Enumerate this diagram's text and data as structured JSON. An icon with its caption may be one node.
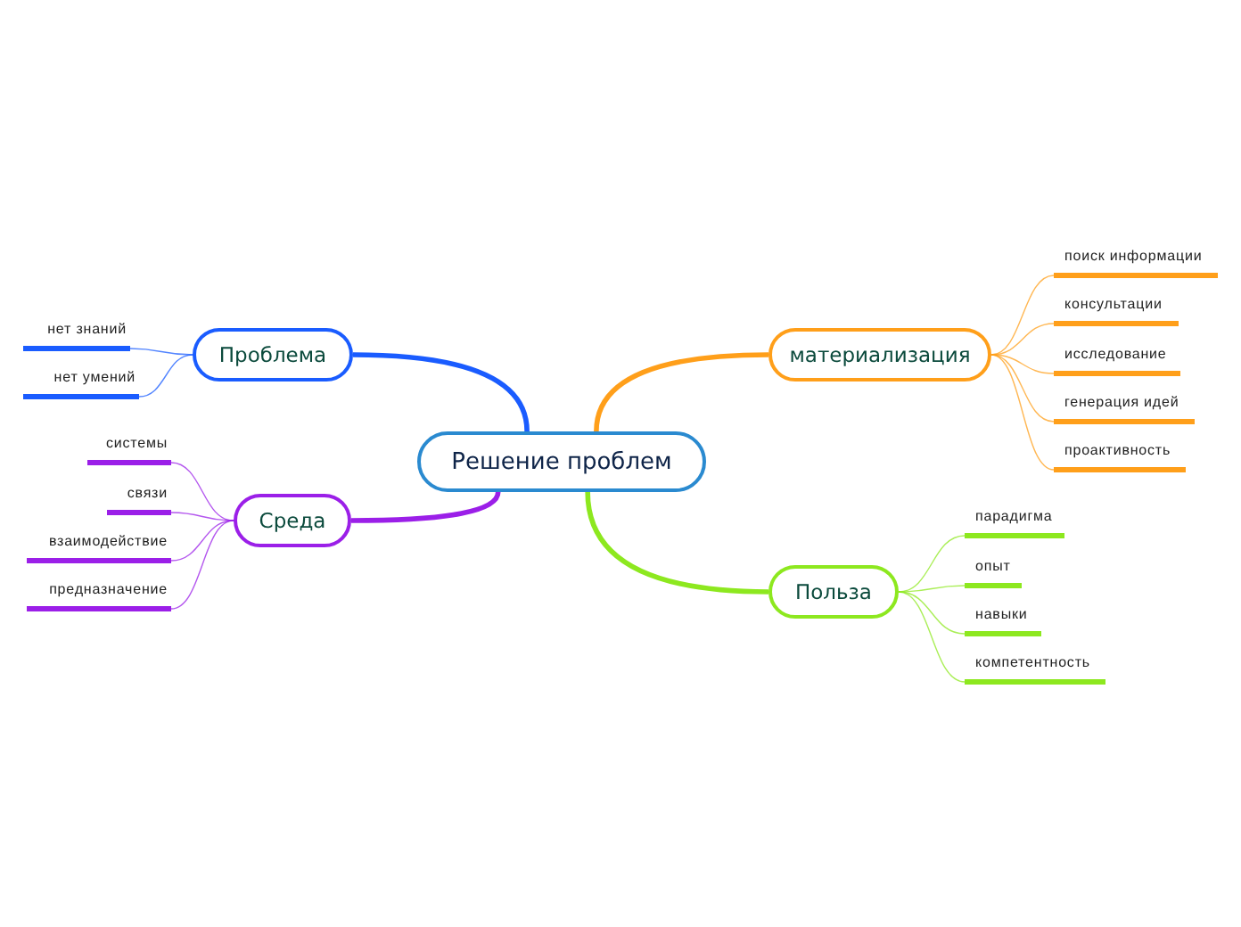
{
  "diagram": {
    "nodes": [
      {
        "text": [
          "Решение проблем"
        ]
      },
      {
        "text": [
          "Проблема"
        ]
      },
      {
        "text": [
          "нет знаний"
        ]
      },
      {
        "text": [
          "нет умений"
        ]
      },
      {
        "text": [
          "Среда"
        ]
      },
      {
        "text": [
          "системы"
        ]
      },
      {
        "text": [
          "связи"
        ]
      },
      {
        "text": [
          "взаимодействие"
        ]
      },
      {
        "text": [
          "предназначение"
        ]
      },
      {
        "text": [
          "материализация"
        ]
      },
      {
        "text": [
          "поиск информации"
        ]
      },
      {
        "text": [
          "консультации"
        ]
      },
      {
        "text": [
          "исследование"
        ]
      },
      {
        "text": [
          "генерация идей"
        ]
      },
      {
        "text": [
          "проактивность"
        ]
      },
      {
        "text": [
          "Польза"
        ]
      },
      {
        "text": [
          "парадигма"
        ]
      },
      {
        "text": [
          "опыт"
        ]
      },
      {
        "text": [
          "навыки"
        ]
      },
      {
        "text": [
          "компетентность"
        ]
      }
    ],
    "edges": [
      {
        "from": 0,
        "to": 1,
        "arrow": "none",
        "style": "thick",
        "color": "#1a5cff"
      },
      {
        "from": 1,
        "to": 2,
        "arrow": "none",
        "color": "#1a5cff"
      },
      {
        "from": 1,
        "to": 3,
        "arrow": "none",
        "color": "#1a5cff"
      },
      {
        "from": 0,
        "to": 4,
        "arrow": "none",
        "style": "thick",
        "color": "#9b1fe8"
      },
      {
        "from": 4,
        "to": 5,
        "arrow": "none",
        "color": "#9b1fe8"
      },
      {
        "from": 4,
        "to": 6,
        "arrow": "none",
        "color": "#9b1fe8"
      },
      {
        "from": 4,
        "to": 7,
        "arrow": "none",
        "color": "#9b1fe8"
      },
      {
        "from": 4,
        "to": 8,
        "arrow": "none",
        "color": "#9b1fe8"
      },
      {
        "from": 0,
        "to": 9,
        "arrow": "none",
        "style": "thick",
        "color": "#ff9f1a"
      },
      {
        "from": 9,
        "to": 10,
        "arrow": "none",
        "color": "#ff9f1a"
      },
      {
        "from": 9,
        "to": 11,
        "arrow": "none",
        "color": "#ff9f1a"
      },
      {
        "from": 9,
        "to": 12,
        "arrow": "none",
        "color": "#ff9f1a"
      },
      {
        "from": 9,
        "to": 13,
        "arrow": "none",
        "color": "#ff9f1a"
      },
      {
        "from": 9,
        "to": 14,
        "arrow": "none",
        "color": "#ff9f1a"
      },
      {
        "from": 0,
        "to": 15,
        "arrow": "none",
        "style": "thick",
        "color": "#8de81f"
      },
      {
        "from": 15,
        "to": 16,
        "arrow": "none",
        "color": "#8de81f"
      },
      {
        "from": 15,
        "to": 17,
        "arrow": "none",
        "color": "#8de81f"
      },
      {
        "from": 15,
        "to": 18,
        "arrow": "none",
        "color": "#8de81f"
      },
      {
        "from": 15,
        "to": 19,
        "arrow": "none",
        "color": "#8de81f"
      }
    ]
  }
}
